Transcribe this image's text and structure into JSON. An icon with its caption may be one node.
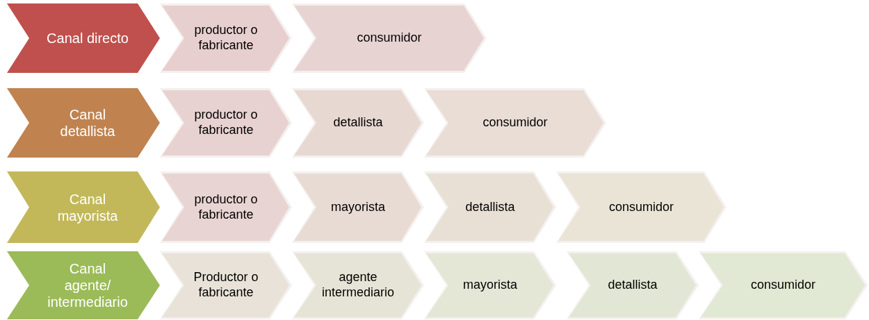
{
  "diagram": {
    "nodes": [
      {
        "text": [
          "Canal directo"
        ]
      },
      {
        "text": [
          "productor o fabricante"
        ]
      },
      {
        "text": [
          "consumidor"
        ]
      },
      {
        "text": [
          "Canal detallista"
        ]
      },
      {
        "text": [
          "productor o fabricante"
        ]
      },
      {
        "text": [
          "detallista"
        ]
      },
      {
        "text": [
          "consumidor"
        ]
      },
      {
        "text": [
          "Canal mayorista"
        ]
      },
      {
        "text": [
          "productor o fabricante"
        ]
      },
      {
        "text": [
          "mayorista"
        ]
      },
      {
        "text": [
          "detallista"
        ]
      },
      {
        "text": [
          "consumidor"
        ]
      },
      {
        "text": [
          "Canal agente/ intermediario"
        ]
      },
      {
        "text": [
          "Productor o fabricante"
        ]
      },
      {
        "text": [
          "agente intermediario"
        ]
      },
      {
        "text": [
          "mayorista"
        ]
      },
      {
        "text": [
          "detallista"
        ]
      },
      {
        "text": [
          "consumidor"
        ]
      }
    ]
  }
}
